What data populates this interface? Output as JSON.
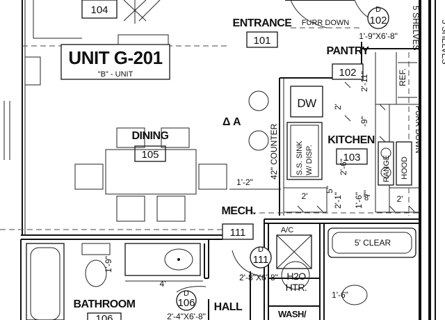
{
  "unit": {
    "title": "UNIT G-201",
    "subtitle": "\"B\" - UNIT"
  },
  "rooms": {
    "r104": {
      "num": "104"
    },
    "entrance": {
      "label": "ENTRANCE",
      "num": "101"
    },
    "pantry": {
      "label": "PANTRY",
      "num": "102"
    },
    "r102top": {
      "num": "102"
    },
    "dining": {
      "label": "DINING",
      "num": "105"
    },
    "kitchen": {
      "label": "KITCHEN",
      "num": "103"
    },
    "mech": {
      "label": "MECH.",
      "num": "111"
    },
    "mech_inner": {
      "num": "111"
    },
    "bathroom": {
      "label": "BATHROOM",
      "num": "106"
    },
    "closet": {
      "num": "106"
    },
    "hall": {
      "label": "HALL"
    },
    "wash": {
      "label": "WASH/"
    }
  },
  "fixtures": {
    "furr_down_top": "FURR DOWN",
    "furr_down_kitchen": "FURR DOWN",
    "dw": "DW",
    "sink_line1": "S.S. SINK",
    "sink_line2": "W/ DISP.",
    "counter": "42\" COUNTER",
    "range": "RANGE",
    "hood": "HOOD",
    "ref": "REF.",
    "shelves": "5 SHELVES",
    "ac": "A/C",
    "h2o_line1": "H2O",
    "h2o_line2": "HTR.",
    "clear": "5' CLEAR",
    "delta": "Δ A",
    "door_d_mech": "D",
    "door_d_closet": "D",
    "door_d_top": "D"
  },
  "dimensions": {
    "door_top": "1'-9\"X6'-8\"",
    "door_mech": "2'-8\"X6'-8\"",
    "door_closet": "2'-4\"X6'-8\"",
    "d_2_11": "2'-11\"",
    "d_2_top": "2'",
    "d_9": "-9\"",
    "d_2_6": "2'-6\"",
    "d_5_8": "5\"",
    "d_2_1_8": "2'-1\"",
    "d_1_6_7_8": "1'-6\"",
    "d_1_6_frac": "7\"",
    "d_frac_8": "8",
    "d_2_left": "2'",
    "d_2_right": "2'",
    "d_1_2": "1'-2\"",
    "d_1_9": "1'-9\"",
    "d_4": "4'",
    "d_1_6_bath": "1'-6\""
  }
}
